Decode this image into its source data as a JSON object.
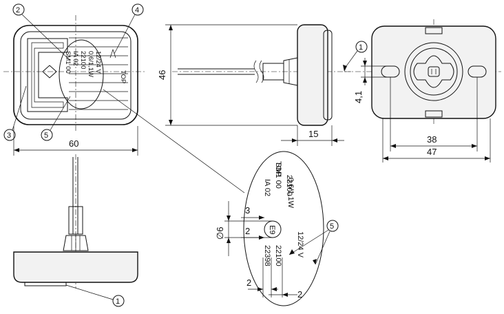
{
  "dimensions": {
    "width_60": "60",
    "height_46": "46",
    "depth_15": "15",
    "hole_pitch_38": "38",
    "base_width_47": "47",
    "hole_4_1": "4,1",
    "detail_3": "3",
    "detail_2_upper": "2",
    "detail_diameter_6": "∅6",
    "detail_2_bottom_left": "2",
    "detail_2_bottom_right": "2"
  },
  "callouts": {
    "c1_side": "1",
    "c1_back": "1",
    "c2": "2",
    "c3": "3",
    "c4": "4",
    "c5_front": "5",
    "c5_detail": "5"
  },
  "lens_marking": {
    "top_label": "TOP",
    "line1": "0,6/1,1W",
    "line2": "12/24 V",
    "line3": "SM1 00",
    "line4": "IA 02",
    "line5": "22100",
    "line6": "22398",
    "approval_mark": "E9"
  }
}
